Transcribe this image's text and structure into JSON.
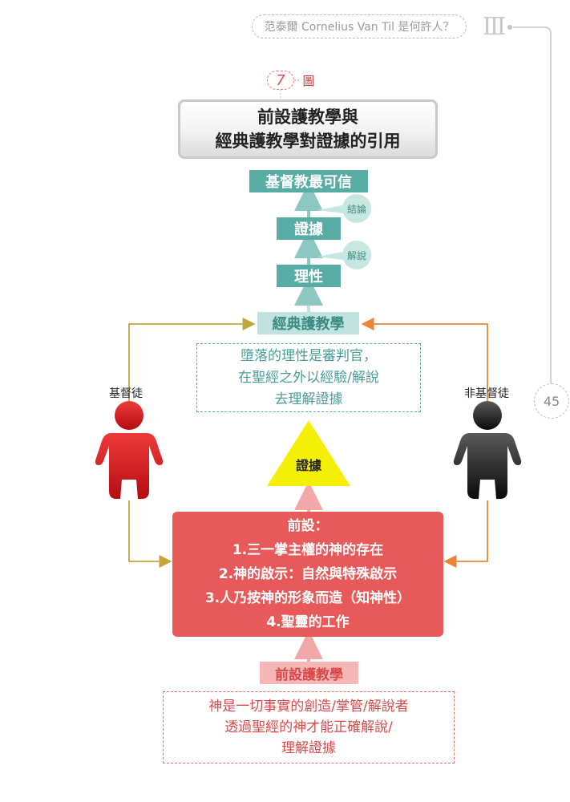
{
  "header": {
    "running_title": "范泰爾 Cornelius Van Til 是何許人？",
    "chapter_numeral": "III",
    "page_number": "45"
  },
  "figure": {
    "number": "7",
    "label": "圖",
    "title_line1": "前設護教學與",
    "title_line2": "經典護教學對證據的引用"
  },
  "classical": {
    "conclusion": "基督教最可信",
    "conclusion_bubble": "結論",
    "evidence": "證據",
    "explain_bubble": "解說",
    "reason": "理性",
    "label": "經典護教學",
    "desc_line1": "墮落的理性是審判官，",
    "desc_line2": "在聖經之外以經驗/解說",
    "desc_line3": "去理解證據"
  },
  "people": {
    "christian": "基督徒",
    "non_christian": "非基督徒"
  },
  "triangle": {
    "label": "證據"
  },
  "presuppositional": {
    "title": "前設：",
    "item1": "1.三一掌主權的神的存在",
    "item2": "2.神的啟示：自然與特殊啟示",
    "item3": "3.人乃按神的形象而造（知神性）",
    "item4": "4.聖靈的工作",
    "label": "前設護教學",
    "desc_line1": "神是一切事實的創造/掌管/解說者",
    "desc_line2": "透過聖經的神才能正確解說/",
    "desc_line3": "理解證據"
  },
  "colors": {
    "teal": "#57aca4",
    "light_teal": "#bfe3de",
    "red": "#e85a5a",
    "pink": "#f7b7b7",
    "olive_arrow": "#c8a43c",
    "orange_arrow": "#e8873a",
    "triangle_yellow": "#f5ef08"
  }
}
